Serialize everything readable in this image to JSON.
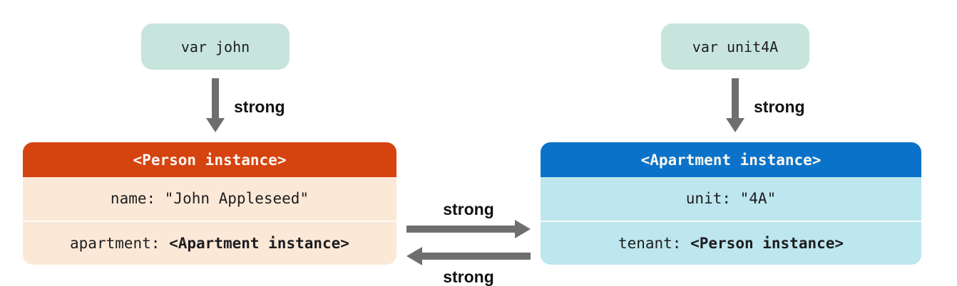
{
  "variables": {
    "john": {
      "label": "var john"
    },
    "unit4a": {
      "label": "var unit4A"
    }
  },
  "edge_labels": {
    "john_to_person": "strong",
    "unit4a_to_apartment": "strong",
    "person_to_apartment": "strong",
    "apartment_to_person": "strong"
  },
  "person_box": {
    "header": "<Person instance>",
    "rows": [
      {
        "text": "name: \"John Appleseed\"",
        "bold_text": ""
      },
      {
        "text": "apartment: ",
        "bold_text": "<Apartment instance>"
      }
    ]
  },
  "apartment_box": {
    "header": "<Apartment instance>",
    "rows": [
      {
        "text": "unit: \"4A\"",
        "bold_text": ""
      },
      {
        "text": "tenant: ",
        "bold_text": "<Person instance>"
      }
    ]
  },
  "colors": {
    "person_header": "#D5430F",
    "person_body": "#FCE8D7",
    "apartment_header": "#0A73C9",
    "apartment_body": "#BDE6EE",
    "var_box_bg": "#C7E5DD",
    "arrow": "#6E6E6E",
    "header_text": "#FBF6F0",
    "text": "#1D1D1F"
  }
}
